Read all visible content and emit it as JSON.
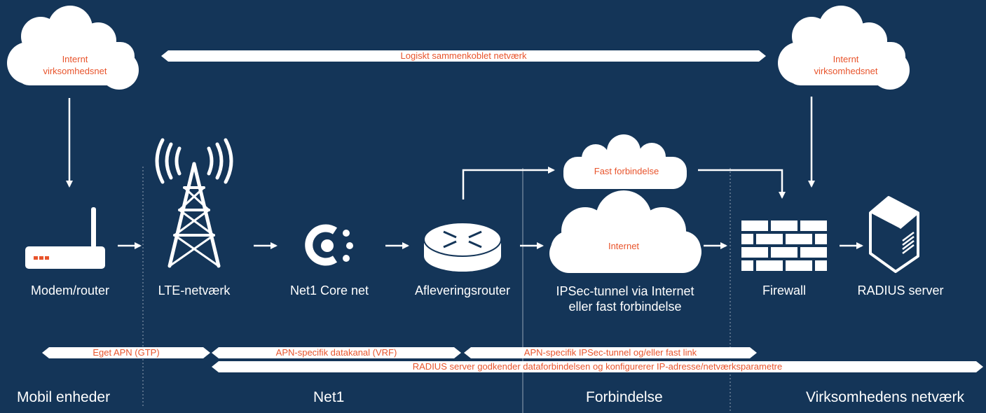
{
  "colors": {
    "background": "#143558",
    "accent": "#e8542c",
    "foreground": "#ffffff"
  },
  "clouds": {
    "left": "Internt\nvirksomhedsnet",
    "right": "Internt\nvirksomhedsnet",
    "fixed": "Fast forbindelse",
    "internet": "Internet"
  },
  "top_bar": "Logiskt sammenkoblet netværk",
  "nodes": [
    {
      "icon": "modem-router-icon",
      "label": "Modem/router"
    },
    {
      "icon": "cell-tower-icon",
      "label": "LTE-netværk"
    },
    {
      "icon": "core-net-icon",
      "label": "Net1 Core net"
    },
    {
      "icon": "router-icon",
      "label": "Afleveringsrouter"
    },
    {
      "icon": "internet-cloud-icon",
      "label": "IPSec-tunnel via Internet\neller fast forbindelse"
    },
    {
      "icon": "firewall-icon",
      "label": "Firewall"
    },
    {
      "icon": "server-icon",
      "label": "RADIUS server"
    }
  ],
  "bars": {
    "gtp": "Eget APN (GTP)",
    "vrf": "APN-specifik datakanal (VRF)",
    "ipsec": "APN-specifik IPSec-tunnel og/eller fast link",
    "radius": "RADIUS server godkender dataforbindelsen og konfigurerer IP-adresse/netværksparametre"
  },
  "zones": [
    "Mobil enheder",
    "Net1",
    "Forbindelse",
    "Virksomhedens netværk"
  ]
}
